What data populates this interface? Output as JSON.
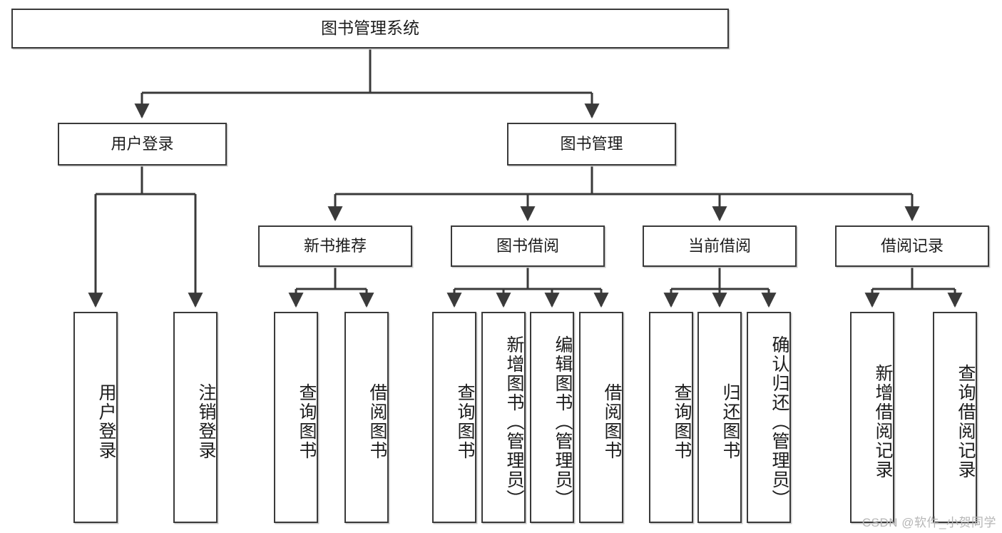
{
  "diagram": {
    "title": "图书管理系统",
    "type": "tree-hierarchy-chart",
    "root": {
      "id": "root",
      "label": "图书管理系统"
    },
    "level2": [
      {
        "id": "user-login",
        "label": "用户登录"
      },
      {
        "id": "book-management",
        "label": "图书管理"
      }
    ],
    "level3": [
      {
        "id": "new-book-recommend",
        "label": "新书推荐"
      },
      {
        "id": "book-borrow",
        "label": "图书借阅"
      },
      {
        "id": "current-borrow",
        "label": "当前借阅"
      },
      {
        "id": "borrow-record",
        "label": "借阅记录"
      }
    ],
    "leaves": [
      {
        "id": "leaf-user-login",
        "label": "用户登录",
        "parent": "user-login"
      },
      {
        "id": "leaf-logout",
        "label": "注销登录",
        "parent": "user-login"
      },
      {
        "id": "leaf-query-book-1",
        "label": "查询图书",
        "parent": "new-book-recommend"
      },
      {
        "id": "leaf-borrow-book-1",
        "label": "借阅图书",
        "parent": "new-book-recommend"
      },
      {
        "id": "leaf-query-book-2",
        "label": "查询图书",
        "parent": "book-borrow"
      },
      {
        "id": "leaf-add-book",
        "label": "新增图书（管理员）",
        "parent": "book-borrow"
      },
      {
        "id": "leaf-edit-book",
        "label": "编辑图书（管理员）",
        "parent": "book-borrow"
      },
      {
        "id": "leaf-borrow-book-2",
        "label": "借阅图书",
        "parent": "book-borrow"
      },
      {
        "id": "leaf-query-book-3",
        "label": "查询图书",
        "parent": "current-borrow"
      },
      {
        "id": "leaf-return-book",
        "label": "归还图书",
        "parent": "current-borrow"
      },
      {
        "id": "leaf-confirm-return",
        "label": "确认归还（管理员）",
        "parent": "current-borrow"
      },
      {
        "id": "leaf-add-record",
        "label": "新增借阅记录",
        "parent": "borrow-record"
      },
      {
        "id": "leaf-query-record",
        "label": "查询借阅记录",
        "parent": "borrow-record"
      }
    ]
  },
  "watermark": {
    "text": "CSDN @软件_小贺同学"
  },
  "colors": {
    "stroke": "#3a3a3a",
    "fill": "#ffffff",
    "text": "#1c1c1c",
    "watermark": "#b6b6b6"
  }
}
